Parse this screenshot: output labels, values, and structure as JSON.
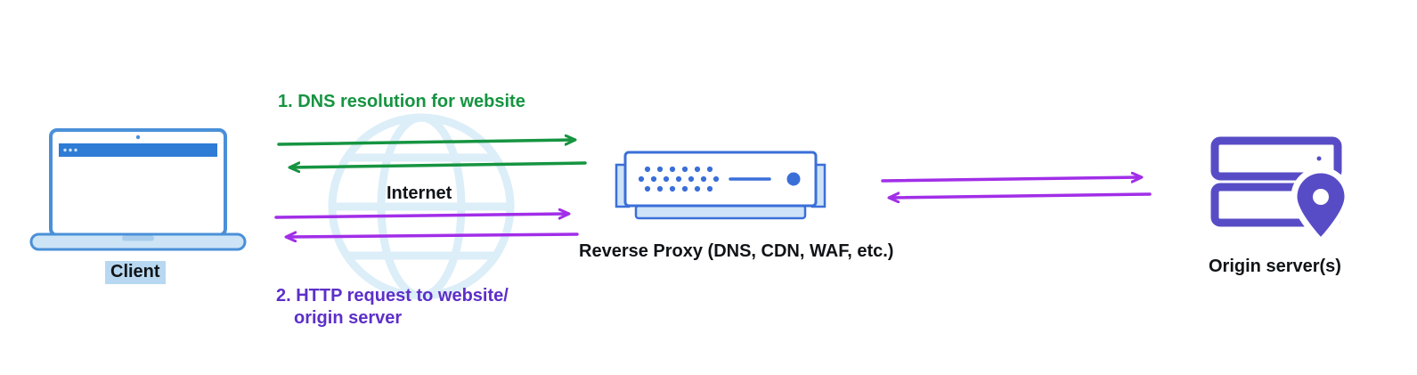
{
  "nodes": {
    "client": {
      "label": "Client",
      "icon": "laptop-icon"
    },
    "internet": {
      "label": "Internet",
      "icon": "globe-icon"
    },
    "reverse_proxy": {
      "label": "Reverse Proxy (DNS, CDN, WAF, etc.)",
      "icon": "proxy-appliance-icon"
    },
    "origin_servers": {
      "label": "Origin server(s)",
      "icon": "server-stack-location-icon"
    }
  },
  "flows": {
    "step1": {
      "label": "1. DNS resolution for website",
      "from": "client",
      "to": "reverse_proxy",
      "direction": "bidirectional"
    },
    "step2": {
      "line1": "2. HTTP request to website/",
      "line2": "origin server",
      "from": "client",
      "to": "reverse_proxy",
      "direction": "bidirectional"
    },
    "proxy_to_origin": {
      "label": "",
      "from": "reverse_proxy",
      "to": "origin_servers",
      "direction": "bidirectional"
    }
  },
  "colors": {
    "green": "#169441",
    "purple_arrow": "#a12ee8",
    "purple_text": "#5d2fc9",
    "proxy_blue": "#3a6fd8",
    "proxy_blue_light": "#cfe3f8",
    "laptop_border": "#4a90d8",
    "laptop_fill_light": "#cde4f6",
    "laptop_bar": "#2e7cd6",
    "origin_purple": "#584cc6",
    "globe_blue": "#dceef8",
    "highlight_blue": "#b7d8f0",
    "text_dark": "#101418"
  }
}
